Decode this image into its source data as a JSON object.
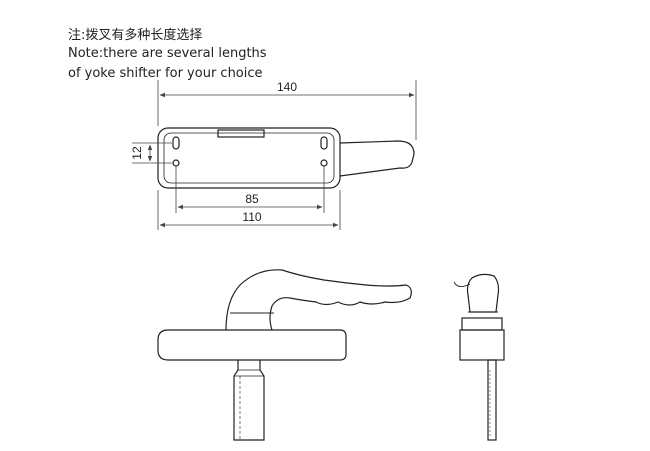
{
  "notes": {
    "chinese": "注:拨叉有多种长度选择",
    "english_line1": "Note:there are several lengths",
    "english_line2": "of yoke shifter for your choice"
  },
  "dimensions": {
    "overall_length": "140",
    "hole_spacing": "85",
    "base_length": "110",
    "slot_height": "12"
  },
  "colors": {
    "line": "#222222",
    "dimension_line": "#444444",
    "background": "#ffffff"
  }
}
